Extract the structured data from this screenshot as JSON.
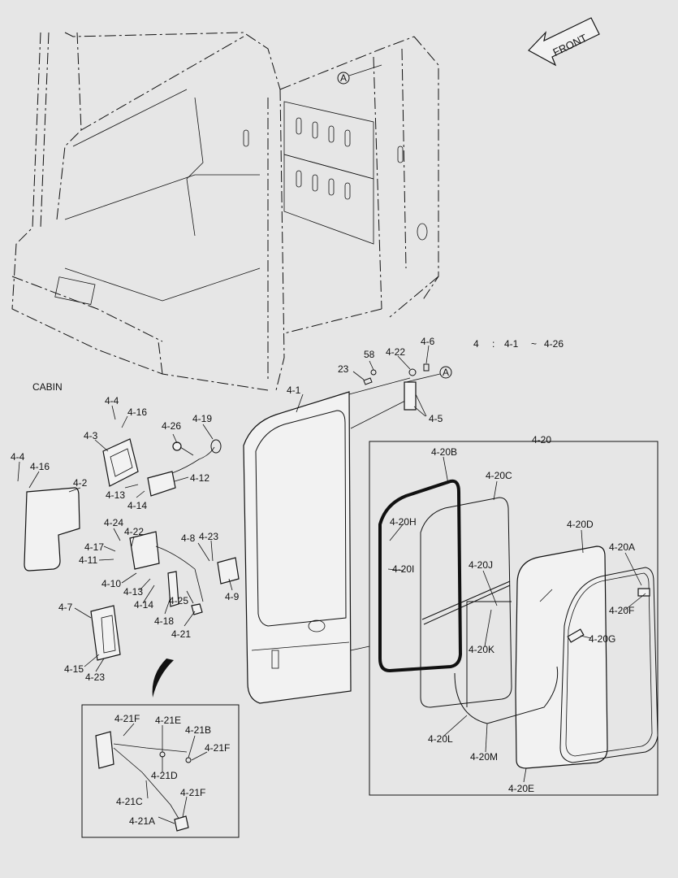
{
  "direction": {
    "front": "FRONT"
  },
  "reference": {
    "a": "A"
  },
  "range": {
    "group": "4",
    "colon": ":",
    "from": "4-1",
    "tilde": "~",
    "to": "4-26"
  },
  "labels": {
    "cabin": "CABIN",
    "p4_1": "4-1",
    "p4_2": "4-2",
    "p4_3": "4-3",
    "p4_4a": "4-4",
    "p4_4b": "4-4",
    "p4_5": "4-5",
    "p4_6": "4-6",
    "p4_7": "4-7",
    "p4_8": "4-8",
    "p4_9": "4-9",
    "p4_10": "4-10",
    "p4_11": "4-11",
    "p4_12": "4-12",
    "p4_13a": "4-13",
    "p4_13b": "4-13",
    "p4_14a": "4-14",
    "p4_14b": "4-14",
    "p4_15": "4-15",
    "p4_16a": "4-16",
    "p4_16b": "4-16",
    "p4_17": "4-17",
    "p4_18": "4-18",
    "p4_19": "4-19",
    "p4_20": "4-20",
    "p4_20a": "4-20A",
    "p4_20b": "4-20B",
    "p4_20c": "4-20C",
    "p4_20d": "4-20D",
    "p4_20e": "4-20E",
    "p4_20f": "4-20F",
    "p4_20g": "4-20G",
    "p4_20h": "4-20H",
    "p4_20i": "4-20I",
    "p4_20j": "4-20J",
    "p4_20k": "4-20K",
    "p4_20l": "4-20L",
    "p4_20m": "4-20M",
    "p4_21": "4-21",
    "p4_21a": "4-21A",
    "p4_21b": "4-21B",
    "p4_21c": "4-21C",
    "p4_21d": "4-21D",
    "p4_21e": "4-21E",
    "p4_21f1": "4-21F",
    "p4_21f2": "4-21F",
    "p4_21f3": "4-21F",
    "p4_22a": "4-22",
    "p4_22b": "4-22",
    "p4_23a": "4-23",
    "p4_23b": "4-23",
    "p4_24": "4-24",
    "p4_25": "4-25",
    "p4_26": "4-26",
    "p23": "23",
    "p58": "58"
  }
}
